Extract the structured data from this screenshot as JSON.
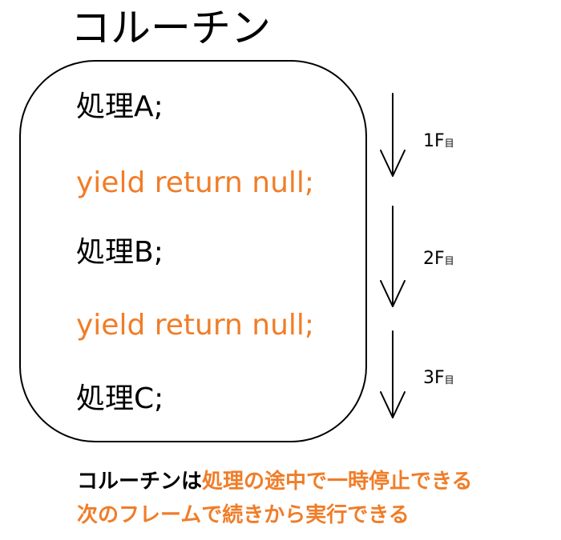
{
  "title": "コルーチン",
  "code_lines": [
    {
      "text": "処理A;",
      "kind": "statement"
    },
    {
      "text": "yield return null;",
      "kind": "yield"
    },
    {
      "text": "処理B;",
      "kind": "statement"
    },
    {
      "text": "yield return null;",
      "kind": "yield"
    },
    {
      "text": "処理C;",
      "kind": "statement"
    }
  ],
  "frames": [
    {
      "num": "1F",
      "unit": "目"
    },
    {
      "num": "2F",
      "unit": "目"
    },
    {
      "num": "3F",
      "unit": "目"
    }
  ],
  "caption": {
    "line1_prefix": "コルーチンは",
    "line1_highlight": "処理の途中で一時停止できる",
    "line2": "次のフレームで続きから実行できる"
  },
  "colors": {
    "accent": "#f07d28",
    "text": "#000000",
    "background": "#ffffff"
  }
}
